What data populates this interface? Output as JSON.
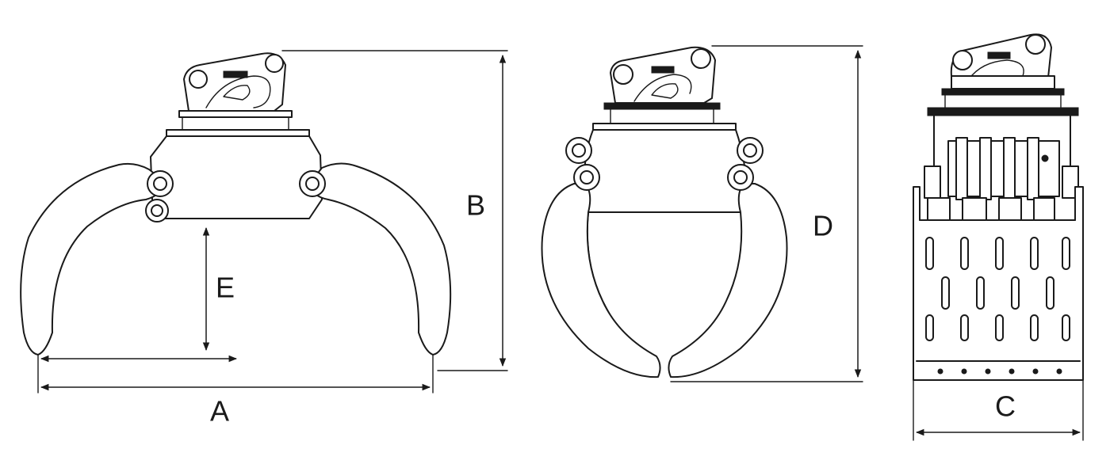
{
  "dimensions": {
    "a": "A",
    "b": "B",
    "c": "C",
    "d": "D",
    "e": "E"
  },
  "colors": {
    "line": "#1a1a1a",
    "background": "#ffffff"
  }
}
